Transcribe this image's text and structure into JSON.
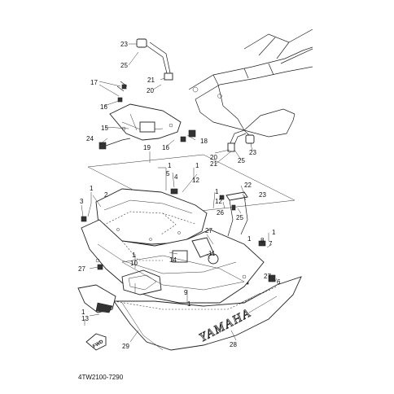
{
  "figure_code": "4TW2100-7290",
  "brand_text": "YAMAHA",
  "fwd_label": "FWD",
  "callouts": [
    {
      "id": "c23a",
      "text": "23"
    },
    {
      "id": "c25a",
      "text": "25"
    },
    {
      "id": "c21a",
      "text": "21"
    },
    {
      "id": "c20a",
      "text": "20"
    },
    {
      "id": "c17",
      "text": "17"
    },
    {
      "id": "c16a",
      "text": "16"
    },
    {
      "id": "c15",
      "text": "15"
    },
    {
      "id": "c16b",
      "text": "16"
    },
    {
      "id": "c18",
      "text": "18"
    },
    {
      "id": "c24",
      "text": "24"
    },
    {
      "id": "c19",
      "text": "19"
    },
    {
      "id": "c20b",
      "text": "20"
    },
    {
      "id": "c21b",
      "text": "21"
    },
    {
      "id": "c25b",
      "text": "25"
    },
    {
      "id": "c23b",
      "text": "23"
    },
    {
      "id": "c1a",
      "text": "1"
    },
    {
      "id": "c5",
      "text": "5"
    },
    {
      "id": "c4",
      "text": "4"
    },
    {
      "id": "c1b",
      "text": "1"
    },
    {
      "id": "c12a",
      "text": "12"
    },
    {
      "id": "c1c",
      "text": "1"
    },
    {
      "id": "c2",
      "text": "2"
    },
    {
      "id": "c3",
      "text": "3"
    },
    {
      "id": "c22",
      "text": "22"
    },
    {
      "id": "c23c",
      "text": "23"
    },
    {
      "id": "c1d",
      "text": "1"
    },
    {
      "id": "c12b",
      "text": "12"
    },
    {
      "id": "c26",
      "text": "26"
    },
    {
      "id": "c25c",
      "text": "25"
    },
    {
      "id": "c27a",
      "text": "27"
    },
    {
      "id": "c1e",
      "text": "1"
    },
    {
      "id": "c1f",
      "text": "1"
    },
    {
      "id": "c8",
      "text": "8"
    },
    {
      "id": "c7",
      "text": "7"
    },
    {
      "id": "c11",
      "text": "11"
    },
    {
      "id": "c14",
      "text": "14"
    },
    {
      "id": "c1g",
      "text": "1"
    },
    {
      "id": "c10",
      "text": "10"
    },
    {
      "id": "c27b",
      "text": "27"
    },
    {
      "id": "c27c",
      "text": "27"
    },
    {
      "id": "c6",
      "text": "6"
    },
    {
      "id": "c9",
      "text": "9"
    },
    {
      "id": "c1h",
      "text": "1"
    },
    {
      "id": "c1i",
      "text": "1"
    },
    {
      "id": "c13",
      "text": "13"
    },
    {
      "id": "c29",
      "text": "29"
    },
    {
      "id": "c28",
      "text": "28"
    }
  ]
}
